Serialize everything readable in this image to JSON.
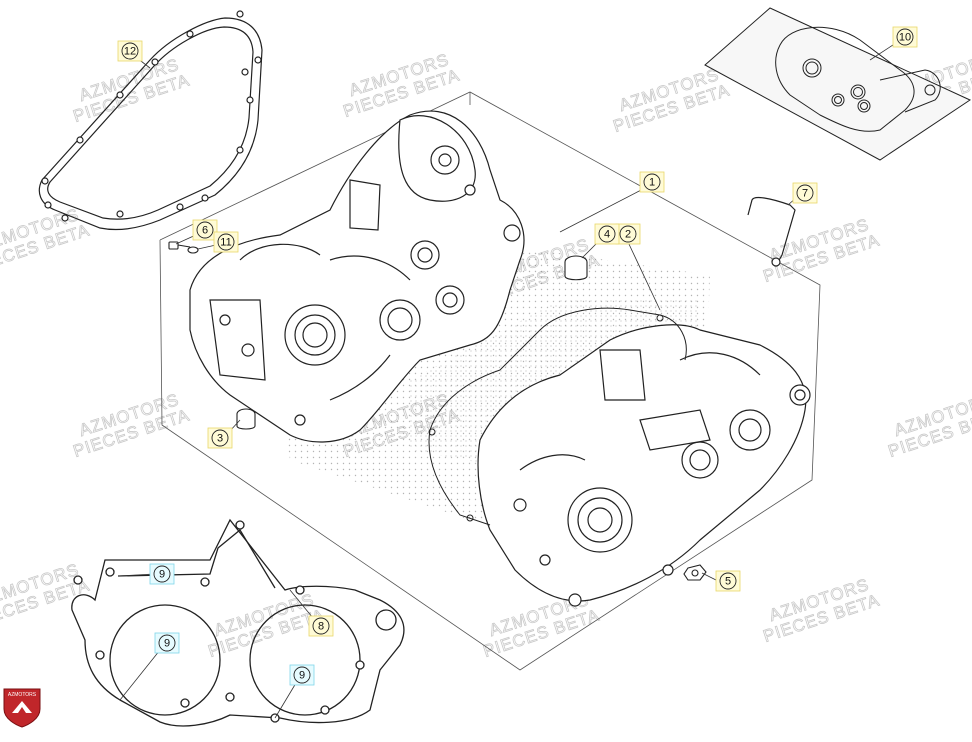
{
  "watermark": {
    "line1": "AZMOTORS",
    "line2": "PIECES BETA",
    "color": "#c9c9c9"
  },
  "logo": {
    "text": "AZMOTORS",
    "color": "#c0262a"
  },
  "callouts": [
    {
      "id": "1",
      "label": "1",
      "style": "yellow"
    },
    {
      "id": "2",
      "label": "2",
      "style": "yellow"
    },
    {
      "id": "3",
      "label": "3",
      "style": "yellow"
    },
    {
      "id": "4",
      "label": "4",
      "style": "yellow"
    },
    {
      "id": "5",
      "label": "5",
      "style": "yellow"
    },
    {
      "id": "6",
      "label": "6",
      "style": "yellow"
    },
    {
      "id": "7",
      "label": "7",
      "style": "yellow"
    },
    {
      "id": "8",
      "label": "8",
      "style": "yellow"
    },
    {
      "id": "9a",
      "label": "9",
      "style": "cyan"
    },
    {
      "id": "9b",
      "label": "9",
      "style": "cyan"
    },
    {
      "id": "9c",
      "label": "9",
      "style": "cyan"
    },
    {
      "id": "10",
      "label": "10",
      "style": "yellow"
    },
    {
      "id": "11",
      "label": "11",
      "style": "yellow"
    },
    {
      "id": "12",
      "label": "12",
      "style": "yellow"
    }
  ],
  "colors": {
    "line": "#222222",
    "callout_yellow": "#fffbd6",
    "callout_yellow_border": "#e8d86a",
    "callout_cyan": "#e6fbff",
    "callout_cyan_border": "#7fd6ea"
  }
}
